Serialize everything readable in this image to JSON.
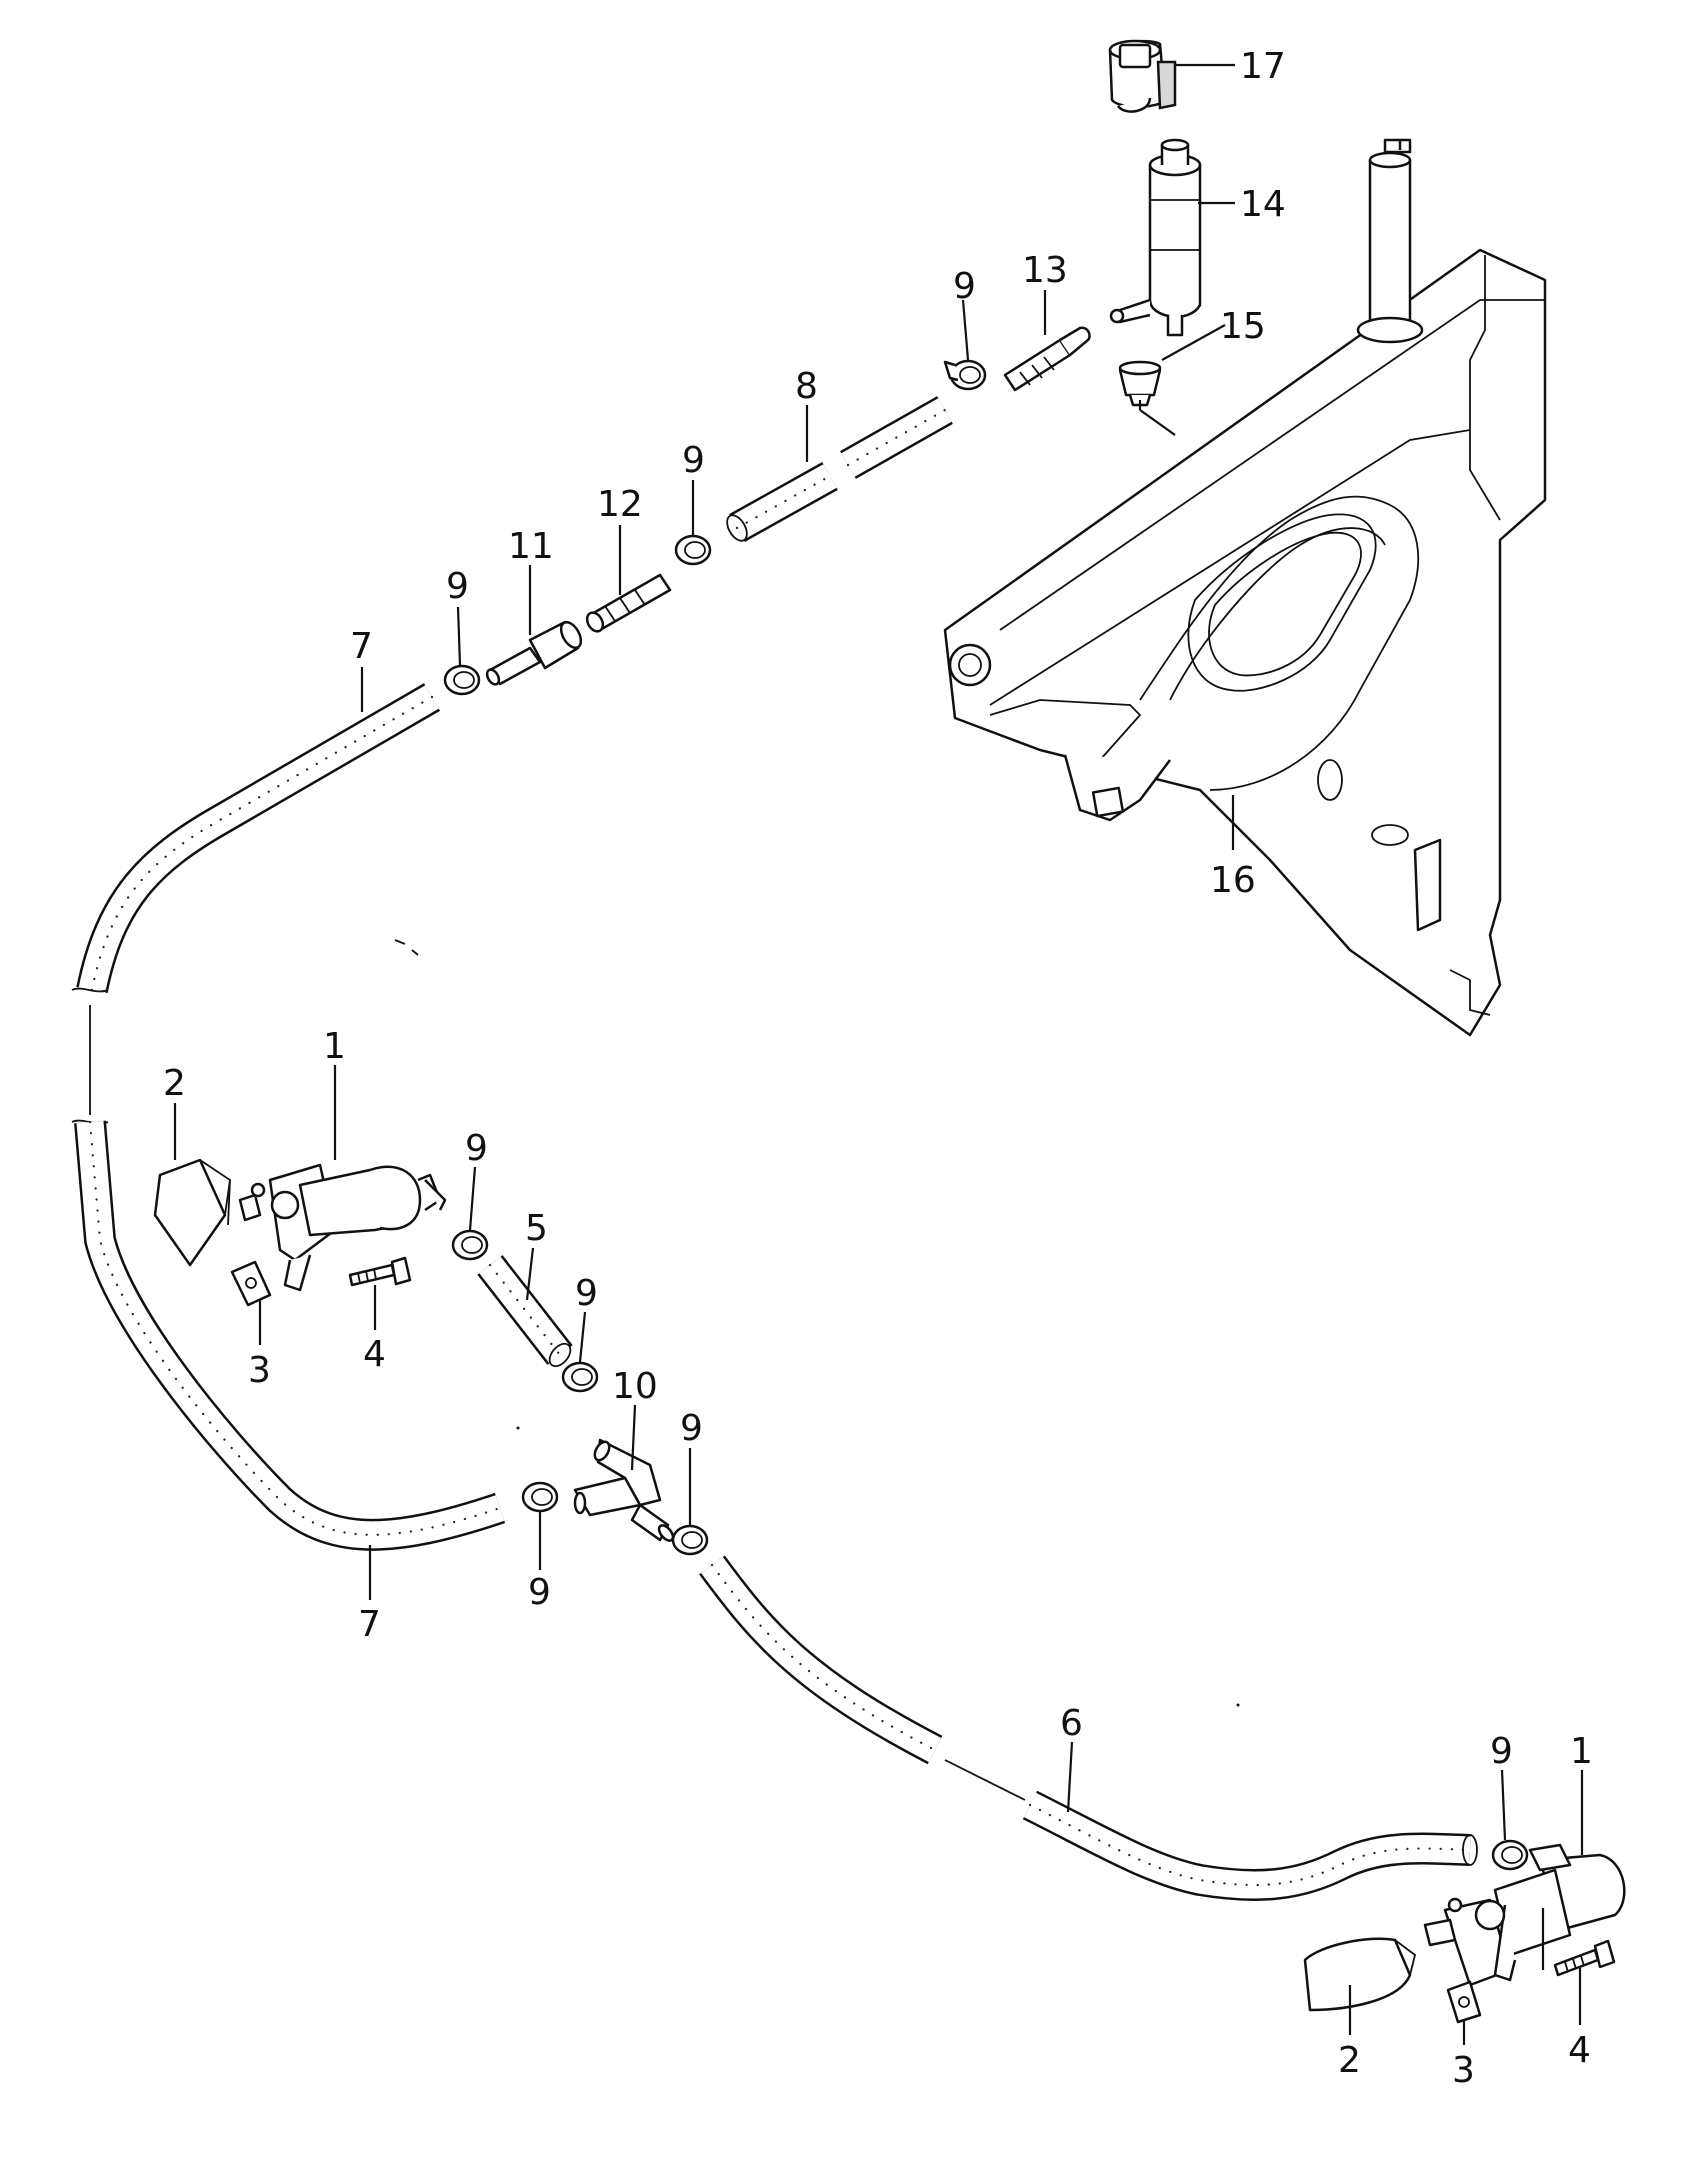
{
  "callouts": {
    "c17": "17",
    "c14": "14",
    "c15": "15",
    "c13": "13",
    "c9a": "9",
    "c8": "8",
    "c9b": "9",
    "c12": "12",
    "c11": "11",
    "c9c": "9",
    "c7a": "7",
    "c16": "16",
    "c2a": "2",
    "c1a": "1",
    "c9d": "9",
    "c5": "5",
    "c9e": "9",
    "c3a": "3",
    "c4a": "4",
    "c10": "10",
    "c9f": "9",
    "c9g": "9",
    "c7b": "7",
    "c6": "6",
    "c9h": "9",
    "c1b": "1",
    "c2b": "2",
    "c3b": "3",
    "c4b": "4"
  }
}
